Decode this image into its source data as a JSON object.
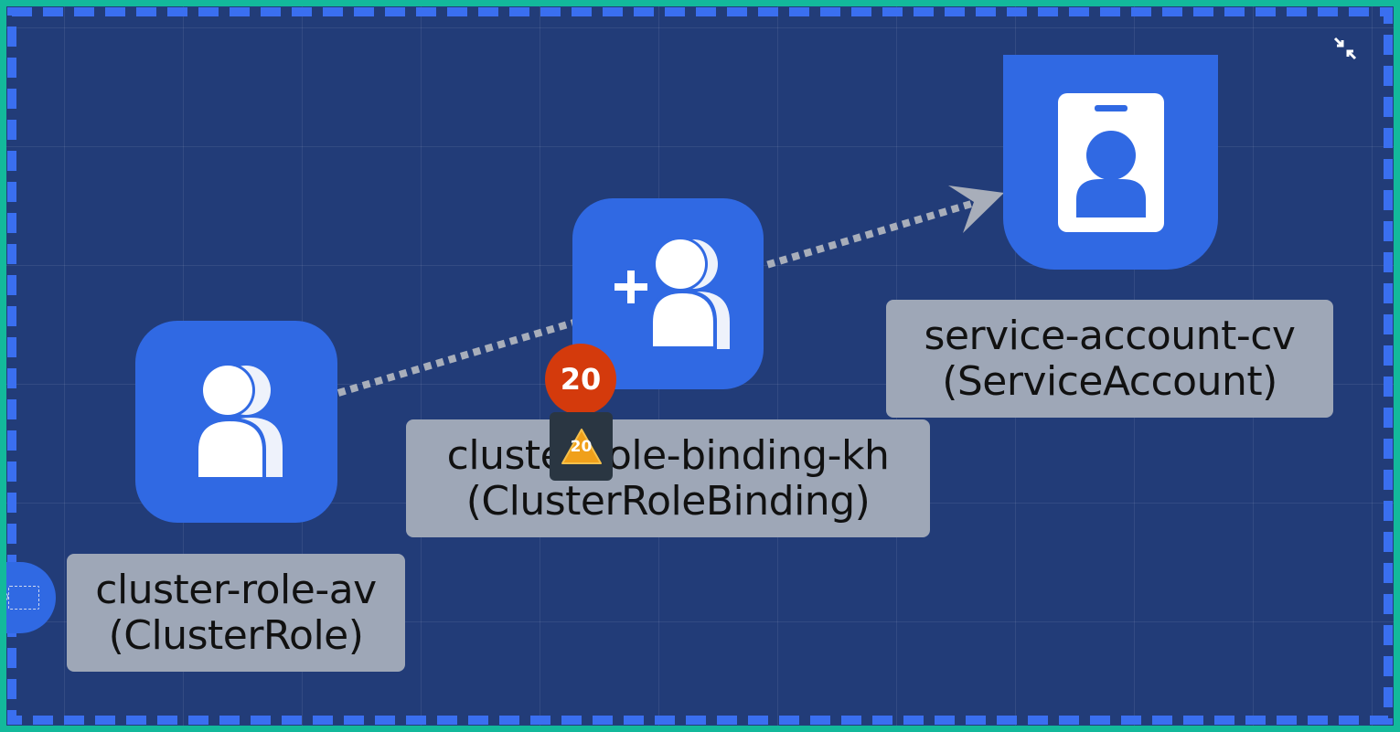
{
  "nodes": {
    "cluster_role": {
      "name": "cluster-role-av",
      "kind": "(ClusterRole)",
      "icon": "users-icon"
    },
    "cluster_role_binding": {
      "name": "cluster-role-binding-kh",
      "kind": "(ClusterRoleBinding)",
      "icon": "add-users-icon"
    },
    "service_account": {
      "name": "service-account-cv",
      "kind": "(ServiceAccount)",
      "icon": "id-badge-icon"
    }
  },
  "edges": [
    {
      "from": "cluster-role-av",
      "to": "service-account-cv",
      "style": "dotted-arrow"
    }
  ],
  "badges": {
    "count": "20",
    "warning_count": "20"
  },
  "colors": {
    "node_fill": "#3069e3",
    "canvas": "#223c78",
    "outer_border": "#13b99b",
    "badge": "#d43a0c",
    "warning": "#f0a01a",
    "label_bg": "#9ea7b7"
  }
}
